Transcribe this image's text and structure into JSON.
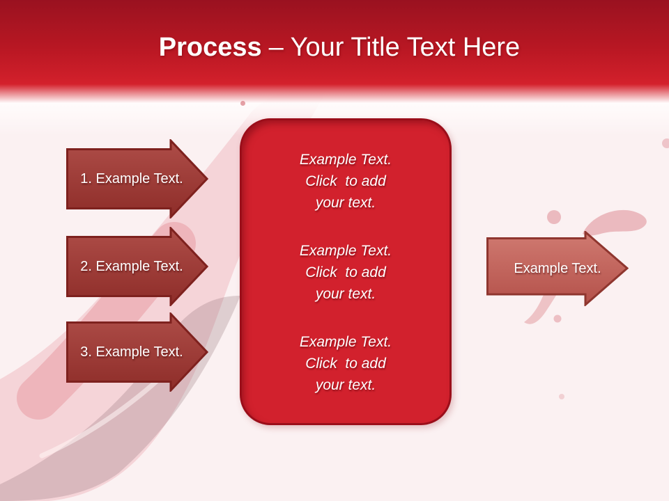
{
  "slide": {
    "title": {
      "emphasis": "Process",
      "rest": "– Your Title Text Here"
    },
    "left_arrows": [
      {
        "label": "1. Example Text."
      },
      {
        "label": "2. Example Text."
      },
      {
        "label": "3. Example Text."
      }
    ],
    "center_panel": {
      "paragraphs": [
        {
          "lines": [
            "Example Text.",
            "Click  to add",
            "your text."
          ]
        },
        {
          "lines": [
            "Example Text.",
            "Click  to add",
            "your text."
          ]
        },
        {
          "lines": [
            "Example Text.",
            "Click  to add",
            "your text."
          ]
        }
      ]
    },
    "right_arrow": {
      "label": "Example Text."
    },
    "colors": {
      "banner_red": "#d4212c",
      "panel_red": "#d2212d",
      "panel_border": "#9b0e1a",
      "left_arrow_fill": "#9e3b36",
      "left_arrow_border": "#7e211e",
      "right_arrow_fill": "#c76b63",
      "right_arrow_border": "#8f362f",
      "background": "#fbf1f2",
      "text": "#ffffff"
    }
  }
}
